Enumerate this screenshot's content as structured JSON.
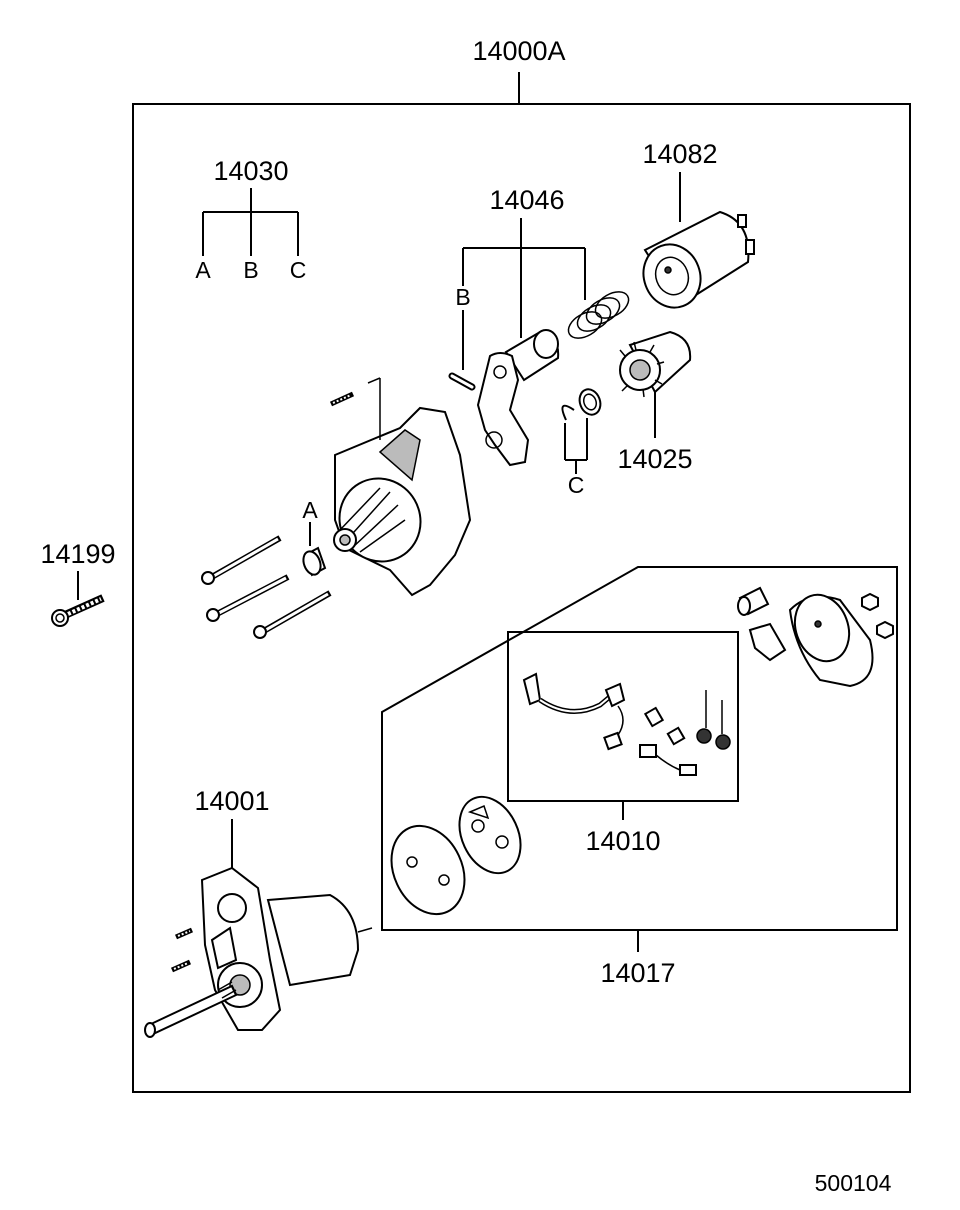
{
  "assembly_label": "14000A",
  "drawing_number": "500104",
  "parts": {
    "p14030": "14030",
    "p14046": "14046",
    "p14082": "14082",
    "p14025": "14025",
    "p14199": "14199",
    "p14001": "14001",
    "p14010": "14010",
    "p14017": "14017"
  },
  "kit_letters": {
    "a": "A",
    "b": "B",
    "c": "C"
  }
}
